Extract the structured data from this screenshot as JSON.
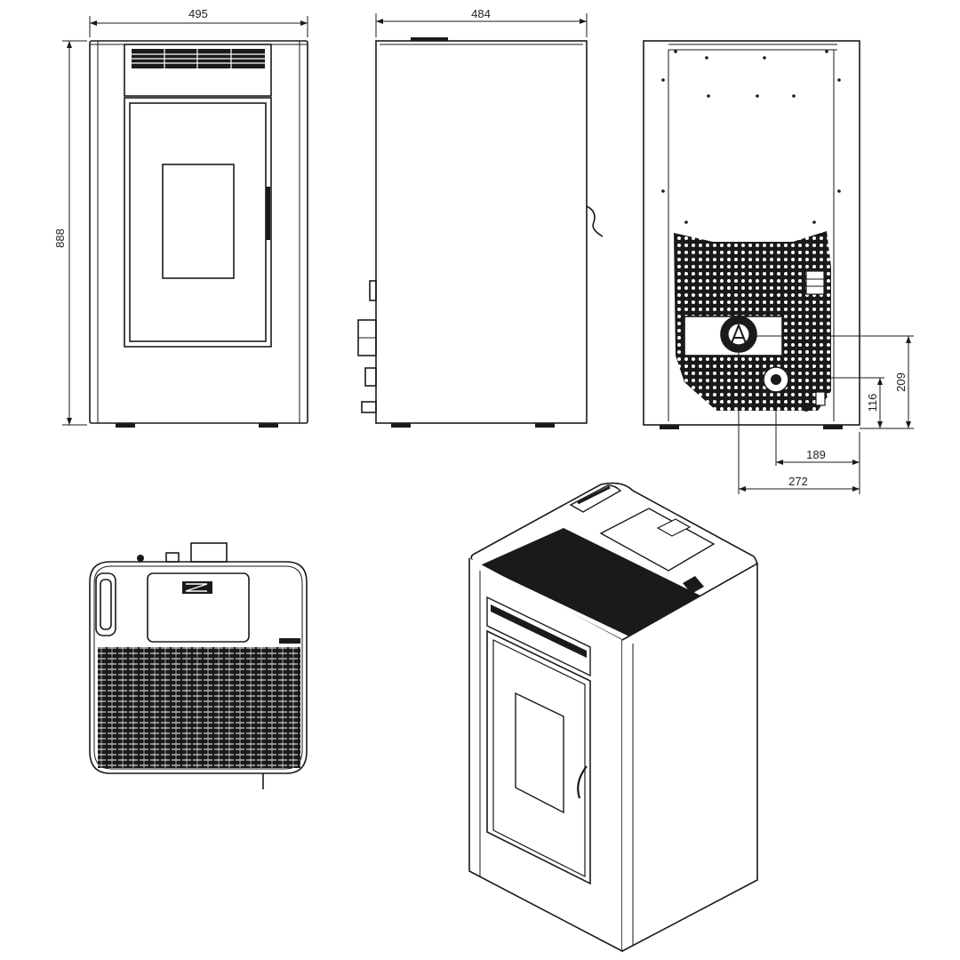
{
  "dimensions": {
    "front_width": "495",
    "side_depth": "484",
    "height": "888",
    "back_flue_height": "209",
    "back_inlet_height": "116",
    "back_inlet_offset": "189",
    "back_flue_offset": "272"
  }
}
